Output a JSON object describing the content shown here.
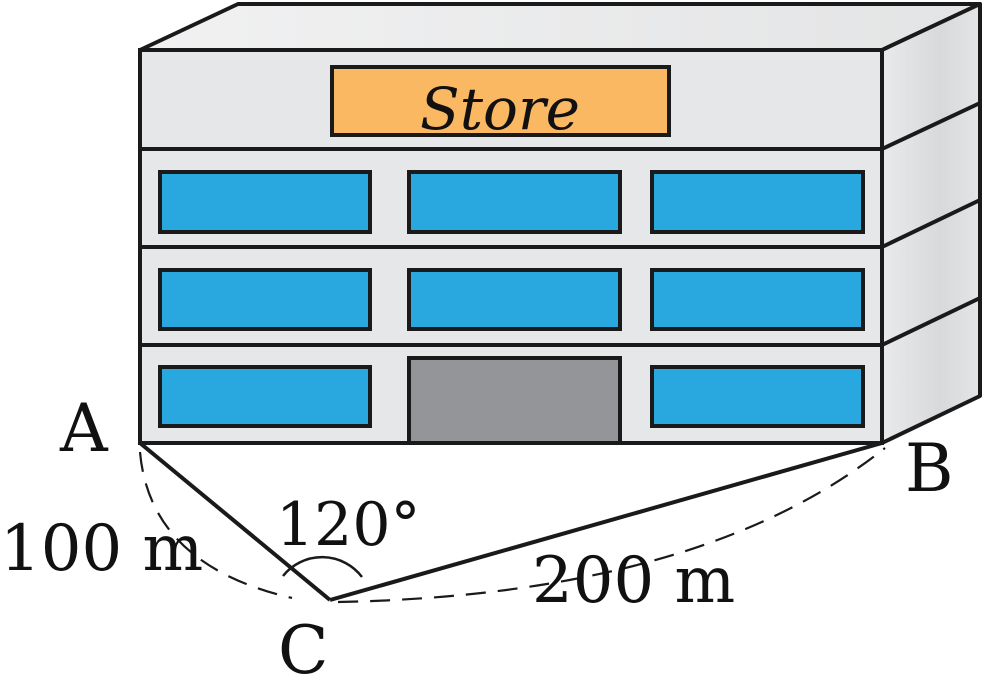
{
  "sign": {
    "text": "Store"
  },
  "points": {
    "a": "A",
    "b": "B",
    "c": "C"
  },
  "measurements": {
    "ac_distance": "100 m",
    "cb_distance": "200 m",
    "angle_c": "120°"
  },
  "colors": {
    "building_face": "#e6e7e8",
    "building_side": "#d4d5d7",
    "window": "#29a8e0",
    "door": "#939598",
    "sign": "#fbb862",
    "outline": "#1a1a1a"
  }
}
